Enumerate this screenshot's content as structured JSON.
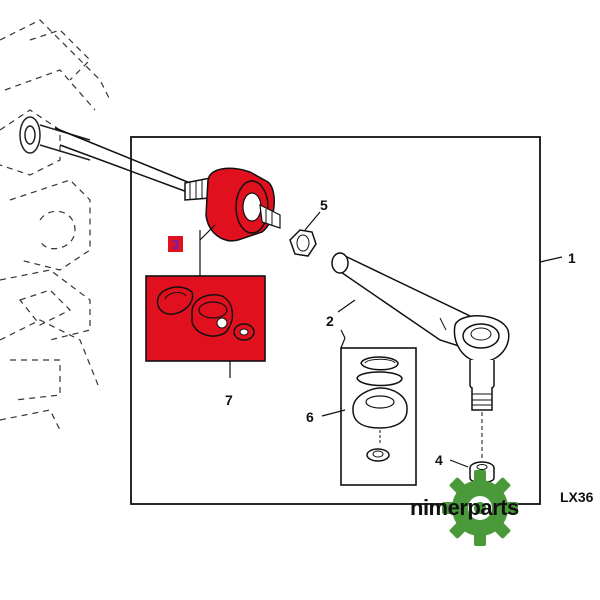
{
  "callouts": {
    "c1": "1",
    "c2": "2",
    "c3": "3",
    "c4": "4",
    "c5": "5",
    "c6": "6",
    "c7": "7"
  },
  "figure_code": "LX36",
  "watermark": {
    "brand": "nimerparts",
    "color": "#4a9a3c"
  },
  "colors": {
    "highlight": "#e0101e",
    "line": "#111111",
    "background": "#ffffff"
  }
}
